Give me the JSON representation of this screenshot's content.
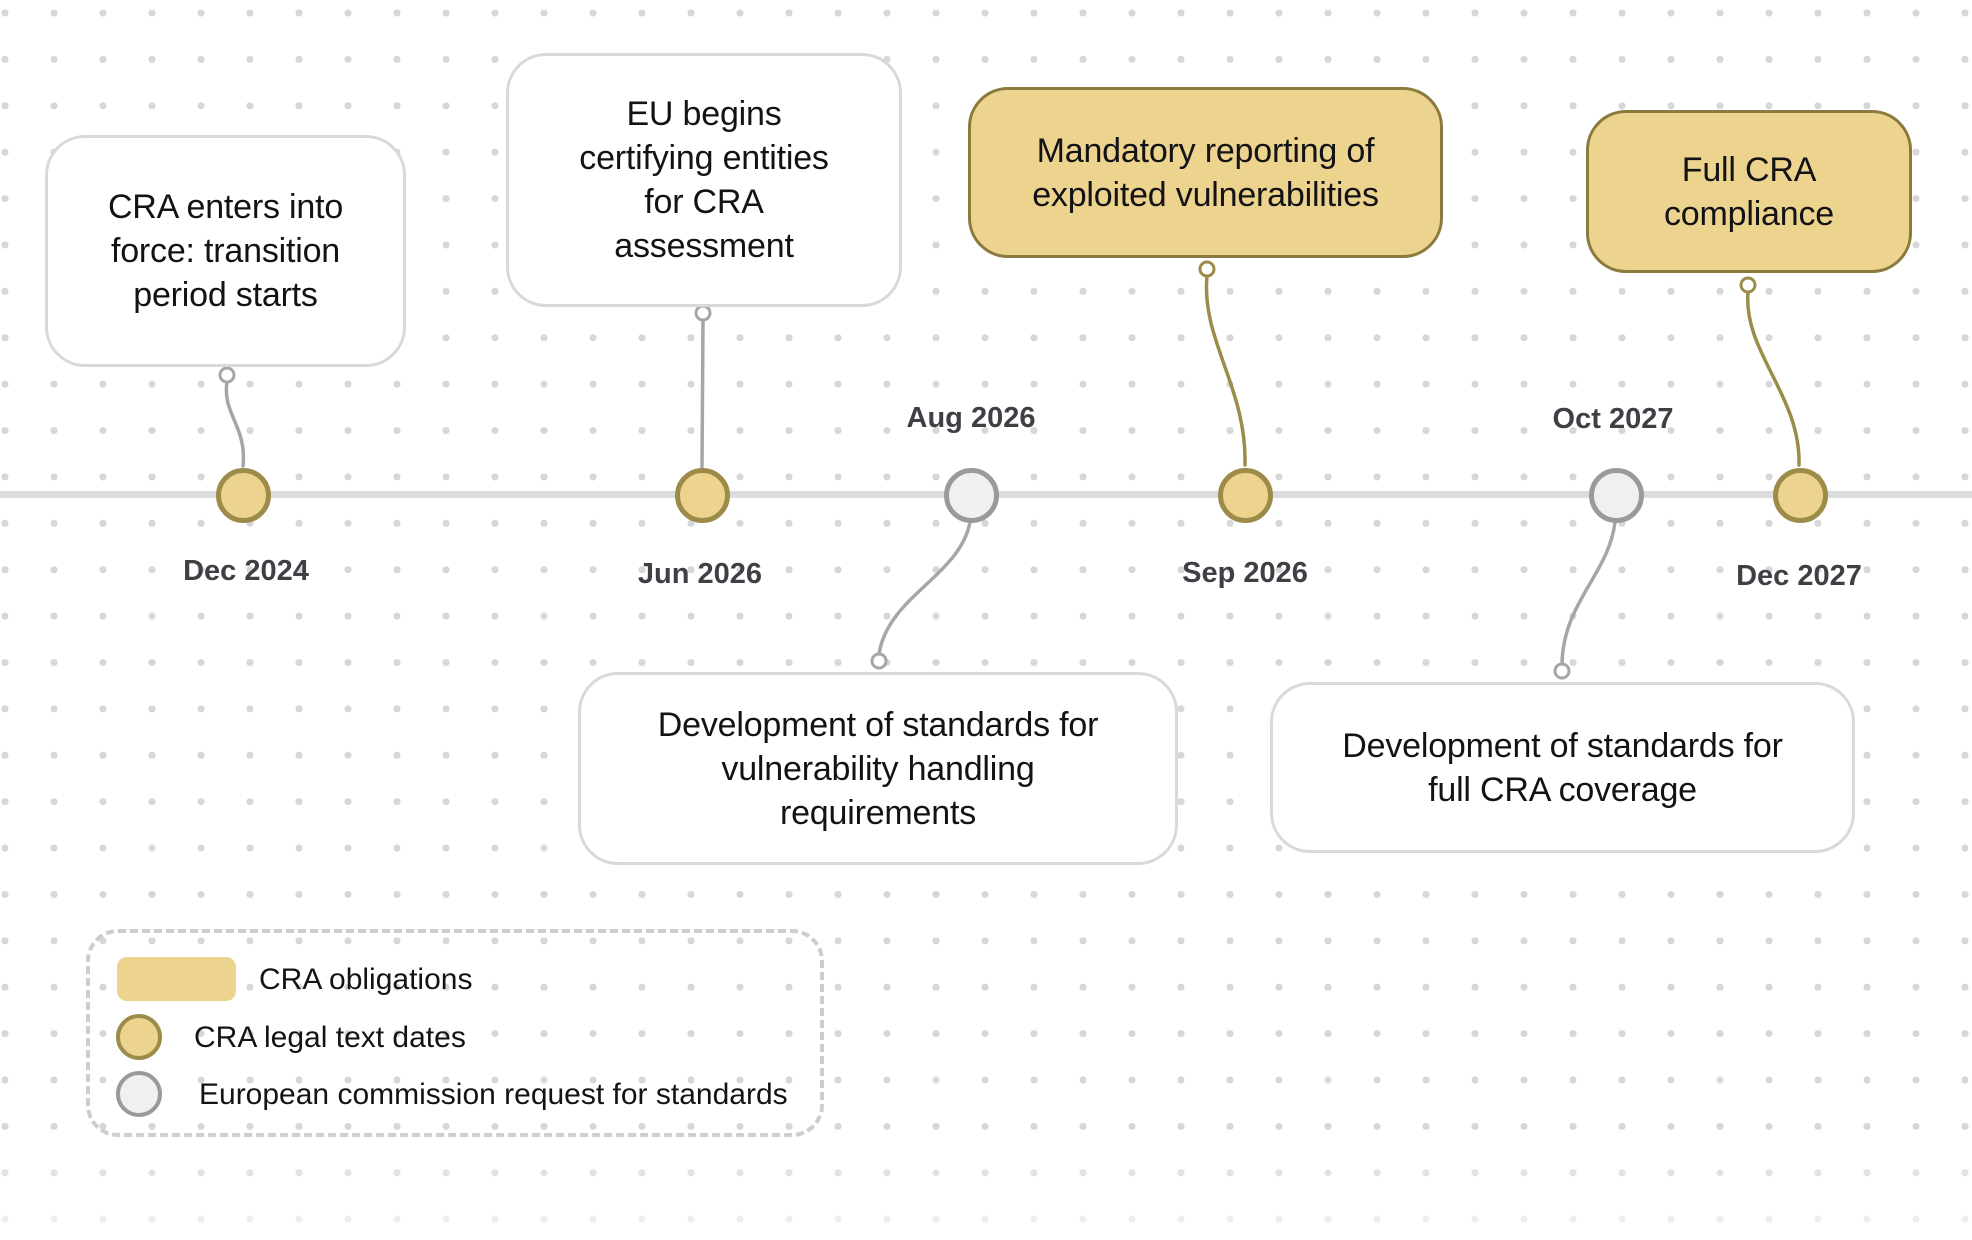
{
  "timeline": {
    "events": [
      {
        "date": "Dec 2024",
        "label": "CRA enters into\nforce: transition\nperiod starts",
        "category": "CRA legal text dates",
        "box_style": "white",
        "box_side": "above"
      },
      {
        "date": "Jun 2026",
        "label": "EU begins\ncertifying entities\nfor CRA\nassessment",
        "category": "CRA legal text dates",
        "box_style": "white",
        "box_side": "above"
      },
      {
        "date": "Aug 2026",
        "label": "Development of standards for\nvulnerability handling\nrequirements",
        "category": "European commission request for standards",
        "box_style": "white",
        "box_side": "below"
      },
      {
        "date": "Sep 2026",
        "label": "Mandatory reporting of\nexploited vulnerabilities",
        "category": "CRA obligations",
        "box_style": "yellow",
        "box_side": "above"
      },
      {
        "date": "Oct 2027",
        "label": "Development of standards for\nfull CRA coverage",
        "category": "European commission request for standards",
        "box_style": "white",
        "box_side": "below"
      },
      {
        "date": "Dec 2027",
        "label": "Full CRA\ncompliance",
        "category": "CRA obligations",
        "box_style": "yellow",
        "box_side": "above"
      }
    ]
  },
  "legend": {
    "items": [
      {
        "swatch": "yellow-rounded-rect",
        "label": "CRA obligations"
      },
      {
        "swatch": "yellow-circle",
        "label": "CRA legal text dates"
      },
      {
        "swatch": "gray-circle",
        "label": "European commission request for standards"
      }
    ]
  },
  "colors": {
    "accent-yellow": "#ecd38e",
    "accent-olive": "#9c8b49",
    "accent-olive-dark": "#8a7a3d",
    "box-border-gray": "#d9d9dc",
    "gray-node-border": "#9a9a9d",
    "line-color": "#dcdcdf",
    "dot-color": "#d7d7da",
    "dash-color": "#cdcdd1",
    "date-color": "#3f4045",
    "text-color": "#131316",
    "connector-gray": "#a6a6aa",
    "connector-olive": "#9c8b49"
  }
}
